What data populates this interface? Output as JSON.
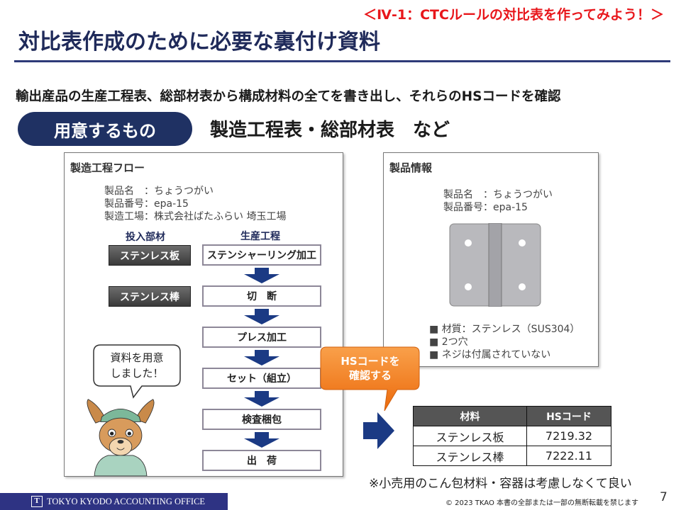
{
  "header": {
    "section": "＜Ⅳ-1：CTCルールの対比表を作ってみよう！＞",
    "title": "対比表作成のために必要な裏付け資料"
  },
  "lead": "輸出産品の生産工程表、総部材表から構成材料の全てを書き出し、それらのHSコードを確認",
  "prepare": {
    "pill": "用意するもの",
    "items": "製造工程表・総部材表　など"
  },
  "flow": {
    "title": "製造工程フロー",
    "info": [
      "製品名　：ちょうつがい",
      "製品番号：epa-15",
      "製造工場：株式会社ばたふらい 埼玉工場"
    ],
    "input_header": "投入部材",
    "process_header": "生産工程",
    "inputs": [
      "ステンレス板",
      "ステンレス棒"
    ],
    "processes": [
      "ステンシャーリング加工",
      "切　断",
      "プレス加工",
      "セット（組立）",
      "検査梱包",
      "出　荷"
    ]
  },
  "character": {
    "speech": "資料を用意\nしました！"
  },
  "product": {
    "title": "製品情報",
    "info": [
      "製品名　：ちょうつがい",
      "製品番号：epa-15"
    ],
    "bullets": [
      "材質：ステンレス（SUS304）",
      "2つ穴",
      "ネジは付属されていない"
    ]
  },
  "callout": "HSコードを\n確認する",
  "table": {
    "headers": [
      "材料",
      "HSコード"
    ],
    "rows": [
      [
        "ステンレス板",
        "7219.32"
      ],
      [
        "ステンレス棒",
        "7222.11"
      ]
    ]
  },
  "note": "※小売用のこん包材料・容器は考慮しなくて良い",
  "footer": {
    "logo": "TOKYO KYODO ACCOUNTING OFFICE",
    "copyright": "© 2023 TKAO 本書の全部または一部の無断転載を禁じます",
    "page": "7"
  },
  "colors": {
    "navy": "#1f3163",
    "red": "#e8161b",
    "orange": "#f07a12"
  }
}
